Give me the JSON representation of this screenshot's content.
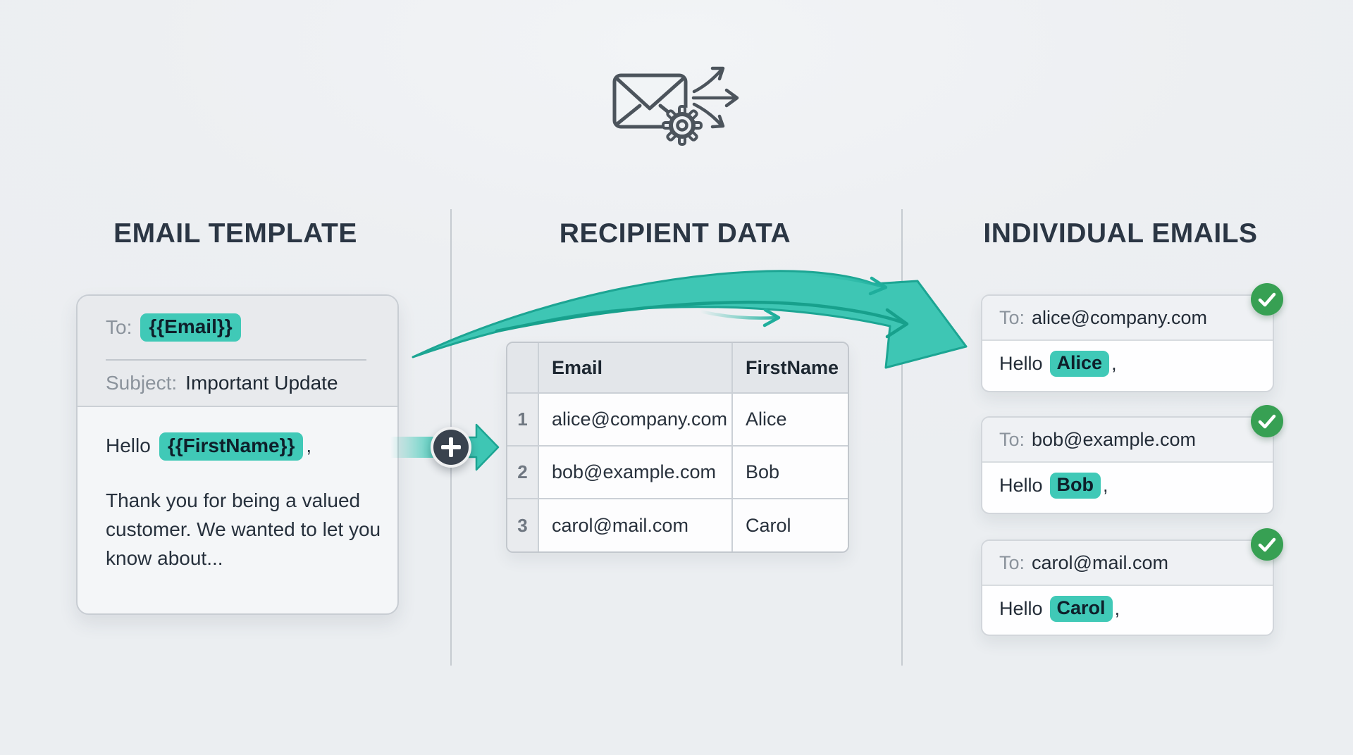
{
  "columns": {
    "template": {
      "title": "EMAIL TEMPLATE"
    },
    "data": {
      "title": "RECIPIENT DATA"
    },
    "output": {
      "title": "INDIVIDUAL EMAILS"
    }
  },
  "template_card": {
    "to_label": "To:",
    "to_placeholder": "{{Email}}",
    "subject_label": "Subject:",
    "subject_value": "Important Update",
    "greeting_prefix": "Hello",
    "greeting_placeholder": "{{FirstName}}",
    "greeting_punctuation": ",",
    "body_text": "Thank you for being a valued customer. We wanted to let you know about..."
  },
  "recipient_table": {
    "headers": {
      "email": "Email",
      "first_name": "FirstName"
    },
    "rows": [
      {
        "num": "1",
        "email": "alice@company.com",
        "first_name": "Alice"
      },
      {
        "num": "2",
        "email": "bob@example.com",
        "first_name": "Bob"
      },
      {
        "num": "3",
        "email": "carol@mail.com",
        "first_name": "Carol"
      }
    ]
  },
  "emails": [
    {
      "to_label": "To:",
      "to_value": "alice@company.com",
      "greeting_prefix": "Hello",
      "name": "Alice",
      "punctuation": ","
    },
    {
      "to_label": "To:",
      "to_value": "bob@example.com",
      "greeting_prefix": "Hello",
      "name": "Bob",
      "punctuation": ","
    },
    {
      "to_label": "To:",
      "to_value": "carol@mail.com",
      "greeting_prefix": "Hello",
      "name": "Carol",
      "punctuation": ","
    }
  ],
  "colors": {
    "accent_teal": "#3EC6B4",
    "accent_teal_dark": "#1CA593",
    "success_green": "#37A053",
    "plus_circle": "#39424E"
  }
}
